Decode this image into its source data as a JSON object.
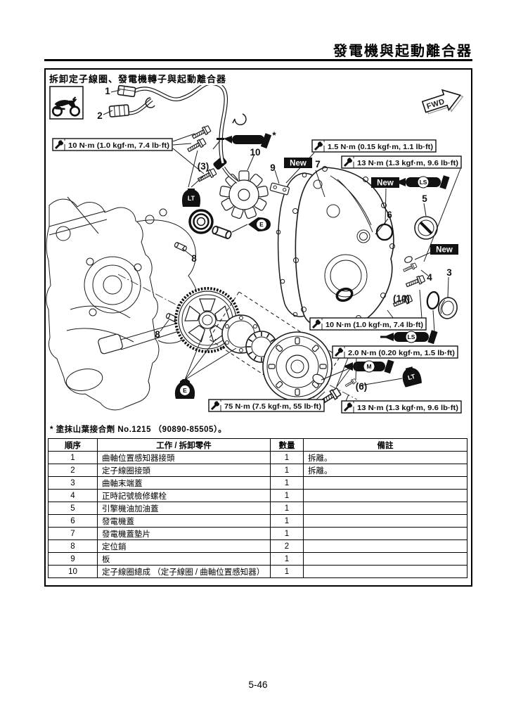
{
  "page": {
    "header_title": "發電機與起動離合器",
    "page_number": "5-46"
  },
  "diagram": {
    "title": "拆卸定子線圈、發電機轉子與起動離合器",
    "note": "* 塗抹山葉接合劑 No.1215 （90890-85505）。",
    "fwd_label": "FWD",
    "new_label": "New",
    "callouts": {
      "c1": "10 N·m (1.0 kgf·m, 7.4 lb·ft)",
      "c2": "1.5 N·m (0.15 kgf·m, 1.1 lb·ft)",
      "c3": "13 N·m (1.3 kgf·m, 9.6 lb·ft)",
      "c4": "10 N·m (1.0 kgf·m, 7.4 lb·ft)",
      "c5": "2.0 N·m (0.20 kgf·m, 1.5 lb·ft)",
      "c6": "75 N·m (7.5 kgf·m, 55 lb·ft)",
      "c7": "13 N·m (1.3 kgf·m, 9.6 lb·ft)"
    },
    "labels": {
      "n1": "1",
      "n2": "2",
      "n3": "3",
      "n4": "4",
      "n5": "5",
      "n6": "6",
      "n7": "7",
      "n8": "8",
      "n9": "9",
      "n10": "10",
      "q3": "(3)",
      "q6": "(6)",
      "q10": "(10)",
      "star": "*"
    },
    "symbols": {
      "lt": "LT",
      "e": "E",
      "ls": "LS",
      "m": "M"
    }
  },
  "table": {
    "headers": [
      "順序",
      "工作 / 拆卸零件",
      "數量",
      "備註"
    ],
    "rows": [
      {
        "order": "1",
        "job": "曲軸位置感知器接頭",
        "qty": "1",
        "remarks": "拆離。"
      },
      {
        "order": "2",
        "job": "定子線圈接頭",
        "qty": "1",
        "remarks": "拆離。"
      },
      {
        "order": "3",
        "job": "曲軸末端蓋",
        "qty": "1",
        "remarks": ""
      },
      {
        "order": "4",
        "job": "正時記號檢修螺栓",
        "qty": "1",
        "remarks": ""
      },
      {
        "order": "5",
        "job": "引擎機油加油蓋",
        "qty": "1",
        "remarks": ""
      },
      {
        "order": "6",
        "job": "發電機蓋",
        "qty": "1",
        "remarks": ""
      },
      {
        "order": "7",
        "job": "發電機蓋墊片",
        "qty": "1",
        "remarks": ""
      },
      {
        "order": "8",
        "job": "定位銷",
        "qty": "2",
        "remarks": ""
      },
      {
        "order": "9",
        "job": "板",
        "qty": "1",
        "remarks": ""
      },
      {
        "order": "10",
        "job": "定子線圈總成 （定子線圈 / 曲軸位置感知器）",
        "qty": "1",
        "remarks": ""
      }
    ]
  }
}
